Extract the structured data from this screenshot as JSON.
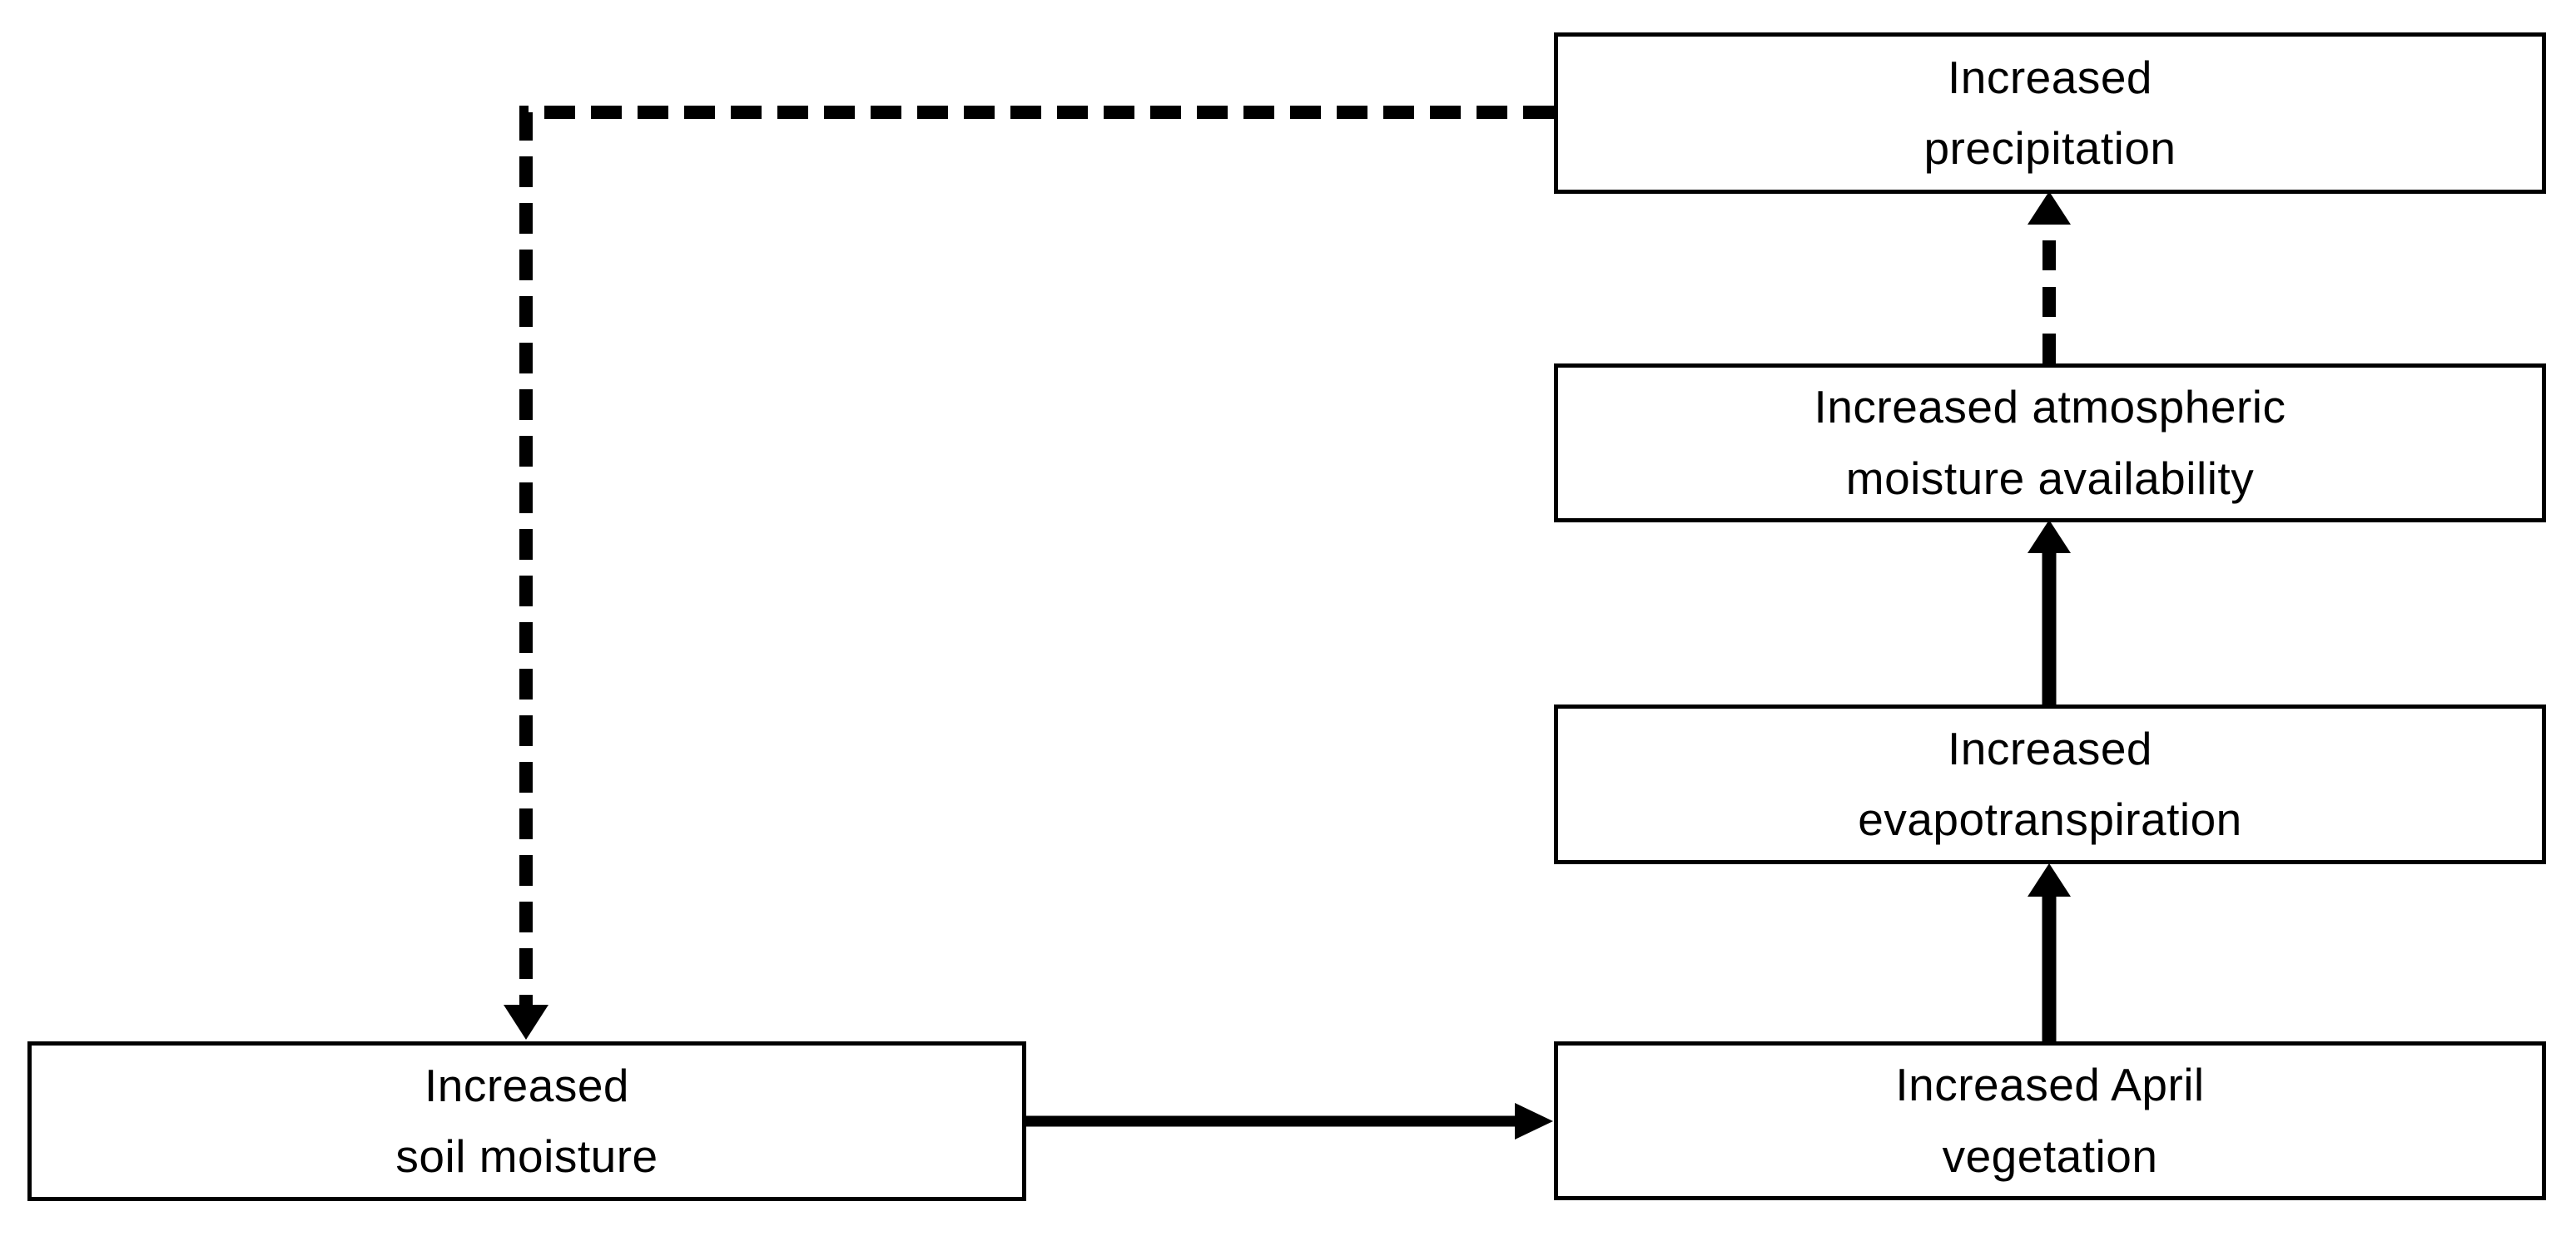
{
  "diagram": {
    "background_color": "#ffffff",
    "box_fill": "#ffffff",
    "box_border_color": "#000000",
    "text_color": "#000000",
    "line_color": "#000000",
    "nodes": [
      {
        "id": "precipitation",
        "label": "Increased\nprecipitation"
      },
      {
        "id": "atmospheric-moisture",
        "label": "Increased atmospheric\nmoisture availability"
      },
      {
        "id": "evapotranspiration",
        "label": "Increased\nevapotranspiration"
      },
      {
        "id": "april-vegetation",
        "label": "Increased April\nvegetation"
      },
      {
        "id": "soil-moisture",
        "label": "Increased\nsoil moisture"
      }
    ],
    "edges": [
      {
        "from": "soil-moisture",
        "to": "april-vegetation",
        "style": "solid",
        "direction": "right"
      },
      {
        "from": "april-vegetation",
        "to": "evapotranspiration",
        "style": "solid",
        "direction": "up"
      },
      {
        "from": "evapotranspiration",
        "to": "atmospheric-moisture",
        "style": "solid",
        "direction": "up"
      },
      {
        "from": "atmospheric-moisture",
        "to": "precipitation",
        "style": "dashed",
        "direction": "up"
      },
      {
        "from": "precipitation",
        "to": "soil-moisture",
        "style": "dashed",
        "direction": "left-then-down"
      }
    ]
  }
}
